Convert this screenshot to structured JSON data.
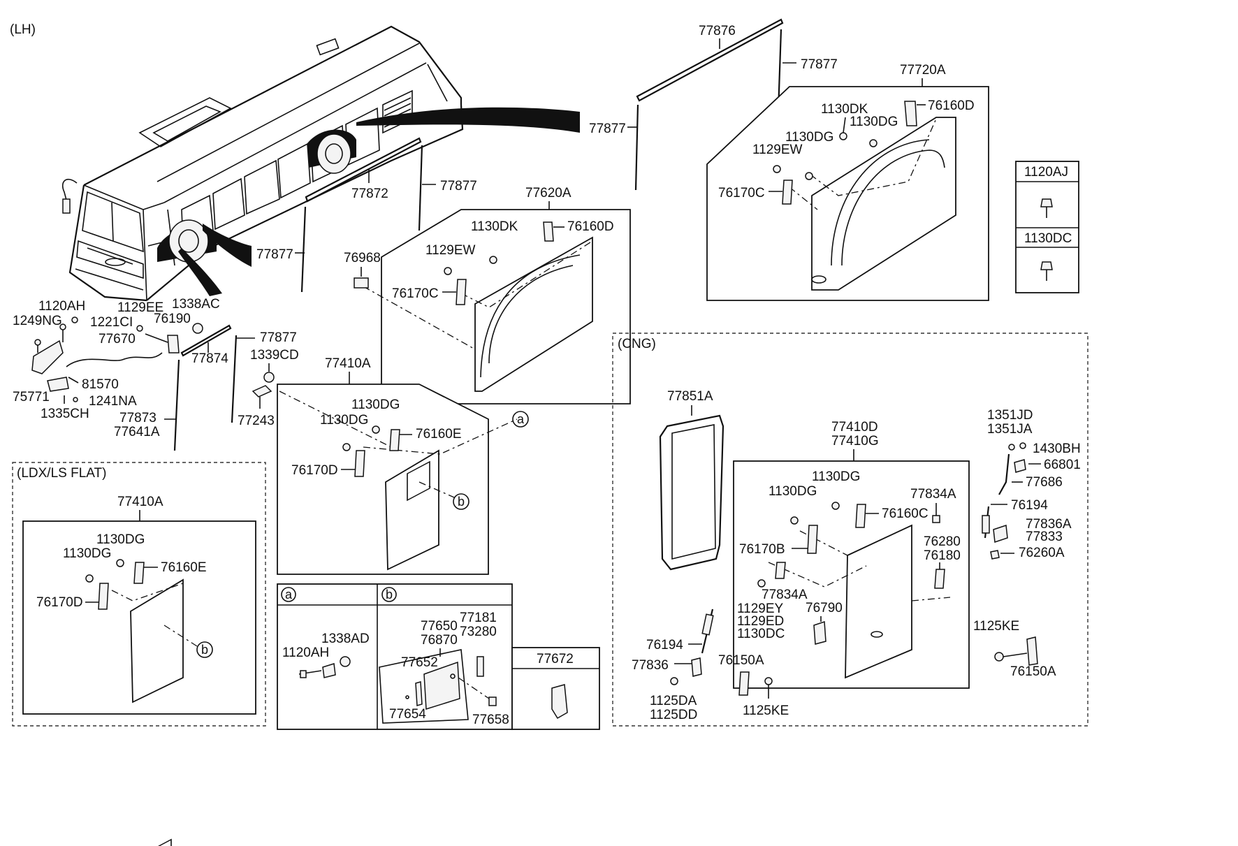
{
  "sections": {
    "lh": "(LH)",
    "cng": "(CNG)",
    "ldx": "(LDX/LS FLAT)"
  },
  "callouts": {
    "a": "a",
    "b": "b"
  },
  "labels": {
    "p77876": "77876",
    "p77877_a": "77877",
    "p77877_b": "77877",
    "p77877_c": "77877",
    "p77877_d": "77877",
    "p77877_e": "77877",
    "p77720A": "77720A",
    "p1130DK_a": "1130DK",
    "p76160D_a": "76160D",
    "p1130DG_a": "1130DG",
    "p1130DG_b": "1130DG",
    "p1129EW_a": "1129EW",
    "p76170C_a": "76170C",
    "p1120AJ": "1120AJ",
    "p1130DC_a": "1130DC",
    "p77872": "77872",
    "p77620A": "77620A",
    "p1130DK_b": "1130DK",
    "p76160D_b": "76160D",
    "p76968": "76968",
    "p1129EW_b": "1129EW",
    "p76170C_b": "76170C",
    "p1120AH_a": "1120AH",
    "p1249NG": "1249NG",
    "p1221CI": "1221CI",
    "p1129EE": "1129EE",
    "p1338AC": "1338AC",
    "p76190": "76190",
    "p77670": "77670",
    "p77874": "77874",
    "p81570": "81570",
    "p75771": "75771",
    "p1241NA": "1241NA",
    "p1335CH": "1335CH",
    "p77873": "77873",
    "p77641A": "77641A",
    "p1339CD": "1339CD",
    "p77243": "77243",
    "p77410A_a": "77410A",
    "p1130DG_c": "1130DG",
    "p1130DG_d": "1130DG",
    "p76160E_a": "76160E",
    "p76170D_a": "76170D",
    "p77410A_b": "77410A",
    "p1130DG_e": "1130DG",
    "p1130DG_f": "1130DG",
    "p76160E_b": "76160E",
    "p76170D_b": "76170D",
    "p1120AH_b": "1120AH",
    "p1338AD": "1338AD",
    "p77650": "77650",
    "p76870": "76870",
    "p77181": "77181",
    "p73280": "73280",
    "p77652": "77652",
    "p77654": "77654",
    "p77658": "77658",
    "p77672": "77672",
    "p77851A": "77851A",
    "p77410D": "77410D",
    "p77410G": "77410G",
    "p1130DG_g": "1130DG",
    "p1130DG_h": "1130DG",
    "p76160C": "76160C",
    "p77834A_a": "77834A",
    "p76170B": "76170B",
    "p76280": "76280",
    "p76180": "76180",
    "p77834A_b": "77834A",
    "p1129EY": "1129EY",
    "p1129ED": "1129ED",
    "p1130DC_b": "1130DC",
    "p76790": "76790",
    "p1351JD": "1351JD",
    "p1351JA": "1351JA",
    "p1430BH": "1430BH",
    "p66801": "66801",
    "p77686": "77686",
    "p76194_a": "76194",
    "p77836A": "77836A",
    "p77833": "77833",
    "p76260A": "76260A",
    "p1125KE_a": "1125KE",
    "p76150A_a": "76150A",
    "p76194_b": "76194",
    "p77836": "77836",
    "p76150A_b": "76150A",
    "p1125DA": "1125DA",
    "p1125DD": "1125DD",
    "p1125KE_b": "1125KE"
  }
}
